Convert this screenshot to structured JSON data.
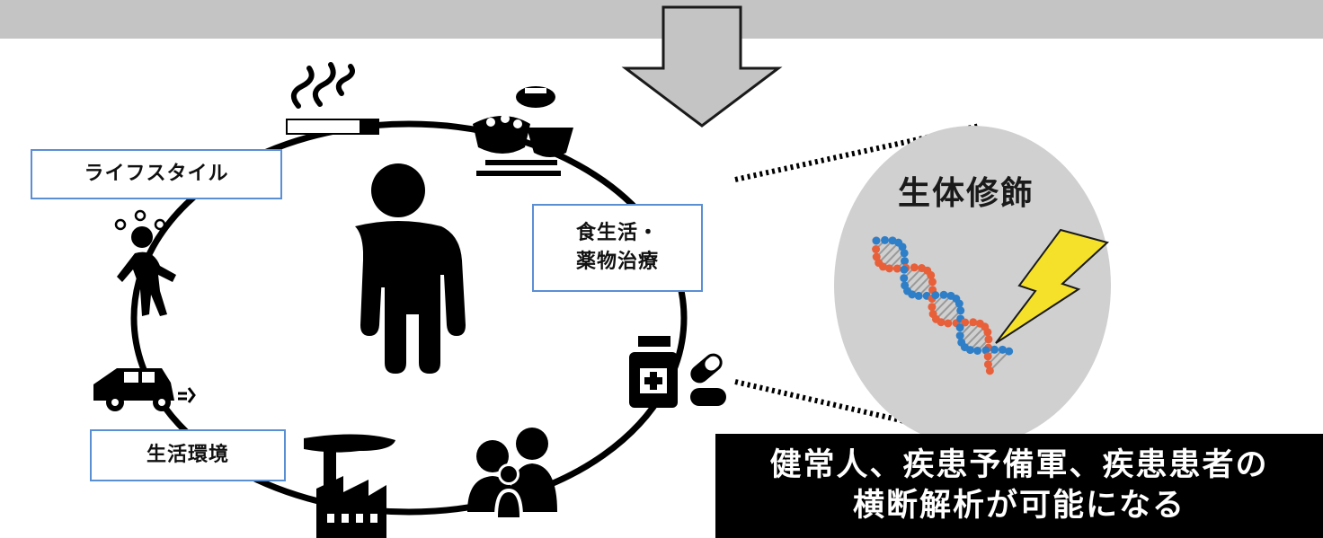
{
  "labels": {
    "lifestyle": "ライフスタイル",
    "diet_line1": "食生活・",
    "diet_line2": "薬物治療",
    "environment": "生活環境"
  },
  "biomodification": {
    "title": "生体修飾"
  },
  "result": {
    "line1": "健常人、疾患予備軍、疾患患者の",
    "line2": "横断解析が可能になる"
  },
  "icons": [
    "smoking-cigarette-icon",
    "meal-rice-soup-icon",
    "medicine-bottle-pills-icon",
    "family-icon",
    "factory-icon",
    "car-exhaust-icon",
    "dizzy-person-icon",
    "person-silhouette-icon",
    "dna-double-helix-icon",
    "lightning-bolt-icon",
    "down-arrow-icon"
  ],
  "colors": {
    "band": "#c4c4c4",
    "label_border": "#5b8fd4",
    "biomod_circle": "#d0d0d0",
    "dna_red": "#e8603a",
    "dna_blue": "#2f7fc8",
    "lightning": "#f6e12a",
    "result_bg": "#000000",
    "result_text": "#ffffff"
  }
}
